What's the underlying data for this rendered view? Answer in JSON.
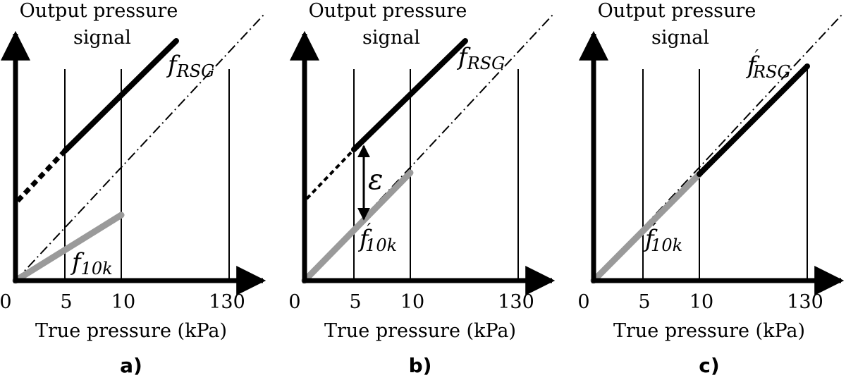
{
  "panels": [
    {
      "id": "a",
      "label": "a)",
      "y_title_line1": "Output pressure",
      "y_title_line2": "signal",
      "x_title": "True pressure (kPa)",
      "origin_label": "0",
      "ticks": [
        "5",
        "10",
        "130"
      ],
      "upper_curve": {
        "base": "f",
        "sub": "RSG",
        "prime": false
      },
      "lower_curve": {
        "base": "f",
        "sub": "10k",
        "prime": false
      },
      "epsilon": ""
    },
    {
      "id": "b",
      "label": "b)",
      "y_title_line1": "Output pressure",
      "y_title_line2": "signal",
      "x_title": "True pressure (kPa)",
      "origin_label": "0",
      "ticks": [
        "5",
        "10",
        "130"
      ],
      "upper_curve": {
        "base": "f",
        "sub": "RSG",
        "prime": false
      },
      "lower_curve": {
        "base": "f",
        "sub": "10k",
        "prime": true
      },
      "epsilon": "ε"
    },
    {
      "id": "c",
      "label": "c)",
      "y_title_line1": "Output pressure",
      "y_title_line2": "signal",
      "x_title": "True pressure (kPa)",
      "origin_label": "0",
      "ticks": [
        "5",
        "10",
        "130"
      ],
      "upper_curve": {
        "base": "f",
        "sub": "RSG",
        "prime": true
      },
      "lower_curve": {
        "base": "f",
        "sub": "10k",
        "prime": true
      },
      "epsilon": ""
    }
  ],
  "colors": {
    "line": "#000000",
    "gray": "#9a9a9a",
    "background": "#ffffff"
  }
}
